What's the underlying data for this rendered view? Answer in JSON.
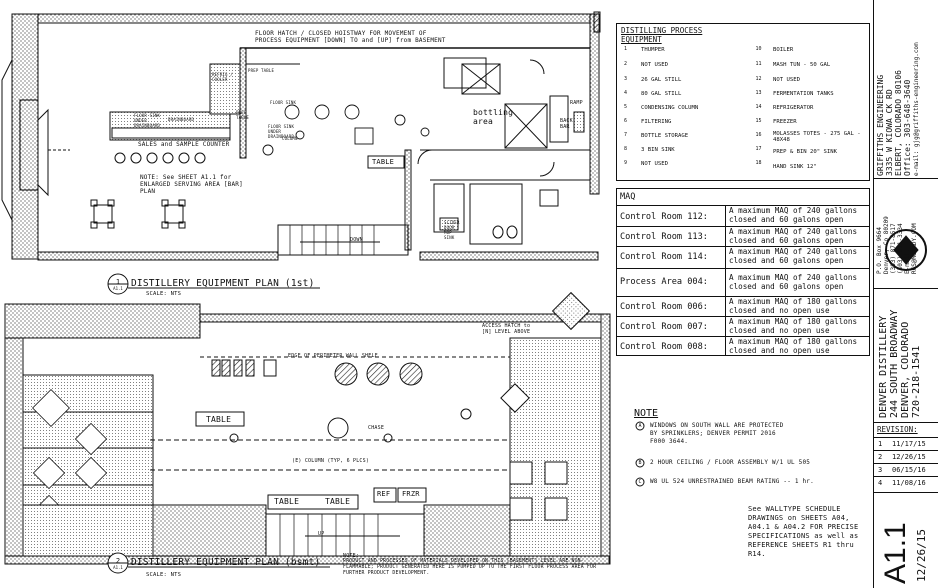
{
  "plan_first_floor": {
    "title": "DISTILLERY EQUIPMENT PLAN (1st)",
    "marker_number": "1",
    "marker_sheet": "A1.1",
    "scale": "SCALE: NTS",
    "callouts": {
      "floor_hatch": "FLOOR HATCH / CLOSED HOISTWAY FOR MOVEMENT OF PROCESS EQUIPMENT [DOWN] TO and [UP] from BASEMENT",
      "note": "NOTE: See SHEET A1.1 for ENLARGED SERVING AREA [BAR] PLAN",
      "bottling_area": "bottling area",
      "table": "TABLE",
      "sales_counter": "SALES and SAMPLE COUNTER",
      "down": "DOWN",
      "ramp": "RAMP",
      "back_bar": "BACK BAR",
      "prep_table": "PREP TABLE",
      "refrig_cooler": "REFRIG / COOLER",
      "prep_table_2": "PREP TABLE",
      "floor_sink": "FLOOR SINK UNDER DRAINBOARD",
      "drainboard": "DRAINBOARD",
      "floor_sink_2": "FLOOR SINK UNDER DRAINBOARD",
      "floor_sink_3": "FLOOR SINK",
      "column": "COLUMN",
      "mop_sink": "SLIDER DOOR MOP SINK"
    }
  },
  "plan_basement": {
    "title": "DISTILLERY EQUIPMENT PLAN (bsmt)",
    "marker_number": "2",
    "marker_sheet": "A1.1",
    "scale": "SCALE: NTS",
    "callouts": {
      "access_hatch": "ACCESS HATCH to [N] LEVEL ABOVE",
      "edge_shelf": "EDGE OF PERIMETER WALL SHELF",
      "table": "TABLE",
      "table_2": "TABLE",
      "table_3": "TABLE",
      "ref": "REF",
      "frzr": "FRZR",
      "chase": "CHASE",
      "column": "(E) COLUMN (TYP, 6 PLCS)",
      "up": "UP",
      "note_label": "NOTE:",
      "note_text": "PRODUCT AND PROCESSES OF MATERIALS DEVELOPED ON THIS [BASEMENT] LEVEL ARE NON-FLAMMABLE; PRODUCT GENERATED HERE IS PUMPED UP TO THE FIRST FLOOR PROCESS AREA FOR FURTHER PRODUCT DEVELOPMENT."
    }
  },
  "equipment_legend": {
    "title": "DISTILLING PROCESS EQUIPMENT",
    "left": [
      {
        "n": "1",
        "label": "THUMPER"
      },
      {
        "n": "2",
        "label": "NOT USED"
      },
      {
        "n": "3",
        "label": "26 GAL STILL"
      },
      {
        "n": "4",
        "label": "80 GAL STILL"
      },
      {
        "n": "5",
        "label": "CONDENSING COLUMN"
      },
      {
        "n": "6",
        "label": "FILTERING"
      },
      {
        "n": "7",
        "label": "BOTTLE STORAGE"
      },
      {
        "n": "8",
        "label": "3 BIN SINK"
      },
      {
        "n": "9",
        "label": "NOT USED"
      }
    ],
    "right": [
      {
        "n": "10",
        "label": "BOILER"
      },
      {
        "n": "11",
        "label": "MASH TUN - 50 GAL"
      },
      {
        "n": "12",
        "label": "NOT USED"
      },
      {
        "n": "13",
        "label": "FERMENTATION TANKS"
      },
      {
        "n": "14",
        "label": "REFRIGERATOR"
      },
      {
        "n": "15",
        "label": "FREEZER"
      },
      {
        "n": "16",
        "label": "MOLASSES TOTES - 275 GAL - 48X48"
      },
      {
        "n": "17",
        "label": "PREP & BIN 20\" SINK"
      },
      {
        "n": "18",
        "label": "HAND SINK 12\""
      }
    ]
  },
  "maq_table": {
    "title": "MAQ",
    "rows": [
      {
        "room": "Control Room 112:",
        "value": "A maximum MAQ of 240 gallons closed and 60 galons open"
      },
      {
        "room": "Control Room 113:",
        "value": "A maximum MAQ of 240 gallons closed and 60 galons open"
      },
      {
        "room": "Control Room 114:",
        "value": "A maximum MAQ of 240 gallons closed and 60 galons open"
      },
      {
        "room": "Process Area 004:",
        "value": "A maximum MAQ of 240 gallons closed and 60 galons open"
      },
      {
        "room": "Control Room 006:",
        "value": "A maximum MAQ of 180 gallons closed and no open use"
      },
      {
        "room": "Control Room 007:",
        "value": "A maximum MAQ of 180 gallons closed and no open use"
      },
      {
        "room": "Control Room 008:",
        "value": "A maximum MAQ of 180 gallons closed and no open use"
      }
    ]
  },
  "notes": {
    "title": "NOTE",
    "items": [
      {
        "key": "A",
        "text": "WINDOWS ON SOUTH WALL ARE PROTECTED BY SPRINKLERS; DENVER PERMIT 2016 F000 3644."
      },
      {
        "key": "B",
        "text": "2 HOUR CEILING / FLOOR ASSEMBLY W/1 UL 505"
      },
      {
        "key": "C",
        "text": "W8 UL 524 UNRESTRAINED BEAM RATING -- 1 hr."
      }
    ],
    "walltype": "See WALLTYPE SCHEDULE DRAWINGS on SHEETS A04, A04.1 & A04.2 FOR PRECISE SPECIFICATIONS as well as REFERENCE SHEETS R1 thru R14."
  },
  "title_block": {
    "engineer": [
      "GRIFFITHS ENGINEERING",
      "3335 W KIOWA CK RD",
      "ELBERT, COLORADO 80106",
      "Office: 303-648-3640",
      "e-mail: gjg@griffiths-engineering.com"
    ],
    "contact": [
      "P.O. Box 9664",
      "Denver, Co 80209",
      "(303) 871-8517",
      "(303) 871-3334",
      "E-mail:",
      "RGS@MGRADY.COM"
    ],
    "project": [
      "DENVER DISTILLERY",
      "244 SOUTH BROADWAY",
      "DENVER, COLORADO",
      "720-218-1541"
    ],
    "revision_label": "REVISION:",
    "revisions": [
      {
        "n": "1",
        "date": "11/17/15"
      },
      {
        "n": "2",
        "date": "12/26/15"
      },
      {
        "n": "3",
        "date": "06/15/16"
      },
      {
        "n": "4",
        "date": "11/08/16"
      }
    ],
    "sheet_number": "A1.1",
    "sheet_date": "12/26/15"
  }
}
